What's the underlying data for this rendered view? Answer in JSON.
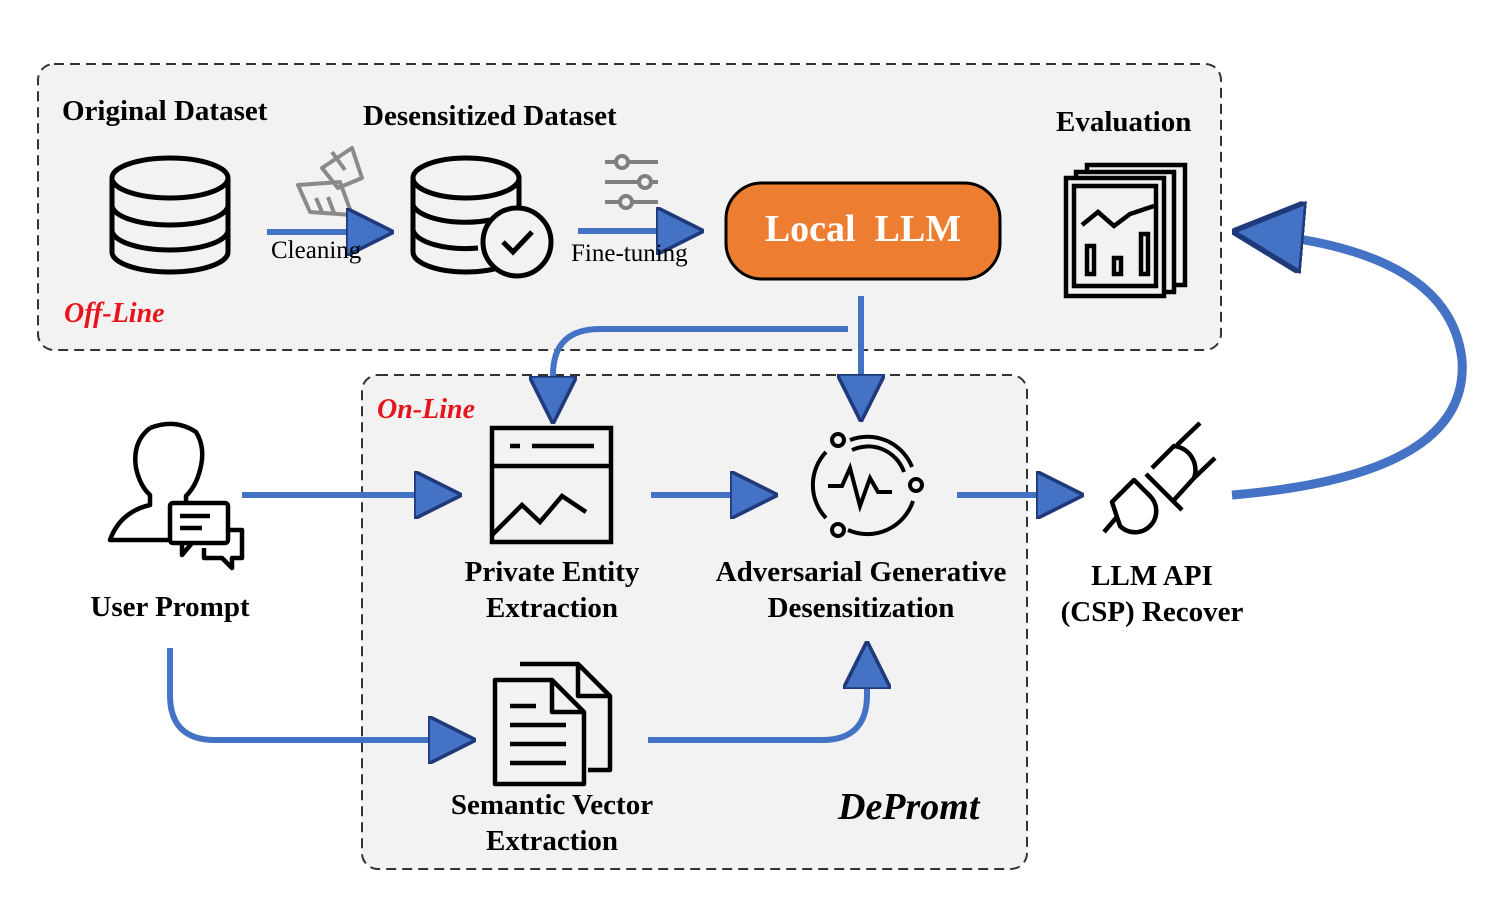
{
  "colors": {
    "arrow": "#4472c4",
    "arrow_stroke": "#1f3a7a",
    "llm_fill": "#ed7d31",
    "panel_fill": "#f2f2f2",
    "panel_border": "#333333",
    "stage_label": "#e8141b"
  },
  "offline": {
    "stage_label": "Off-Line",
    "original_dataset": "Original Dataset",
    "desensitized_dataset": "Desensitized Dataset",
    "evaluation": "Evaluation",
    "cleaning": "Cleaning",
    "fine_tuning": "Fine-tuning",
    "local_llm": "Local  LLM"
  },
  "online": {
    "stage_label": "On-Line",
    "private_entity_line1": "Private Entity",
    "private_entity_line2": "Extraction",
    "adversarial_line1": "Adversarial Generative",
    "adversarial_line2": "Desensitization",
    "semantic_line1": "Semantic Vector",
    "semantic_line2": "Extraction",
    "framework_name": "DePromt"
  },
  "external": {
    "user_prompt": "User Prompt",
    "api_line1": "LLM API",
    "api_line2": "(CSP) Recover"
  },
  "icons": [
    "database-icon",
    "broom-icon",
    "database-check-icon",
    "sliders-icon",
    "report-stack-icon",
    "user-chat-icon",
    "browser-chart-icon",
    "signal-cycle-icon",
    "plug-icon",
    "documents-icon"
  ]
}
